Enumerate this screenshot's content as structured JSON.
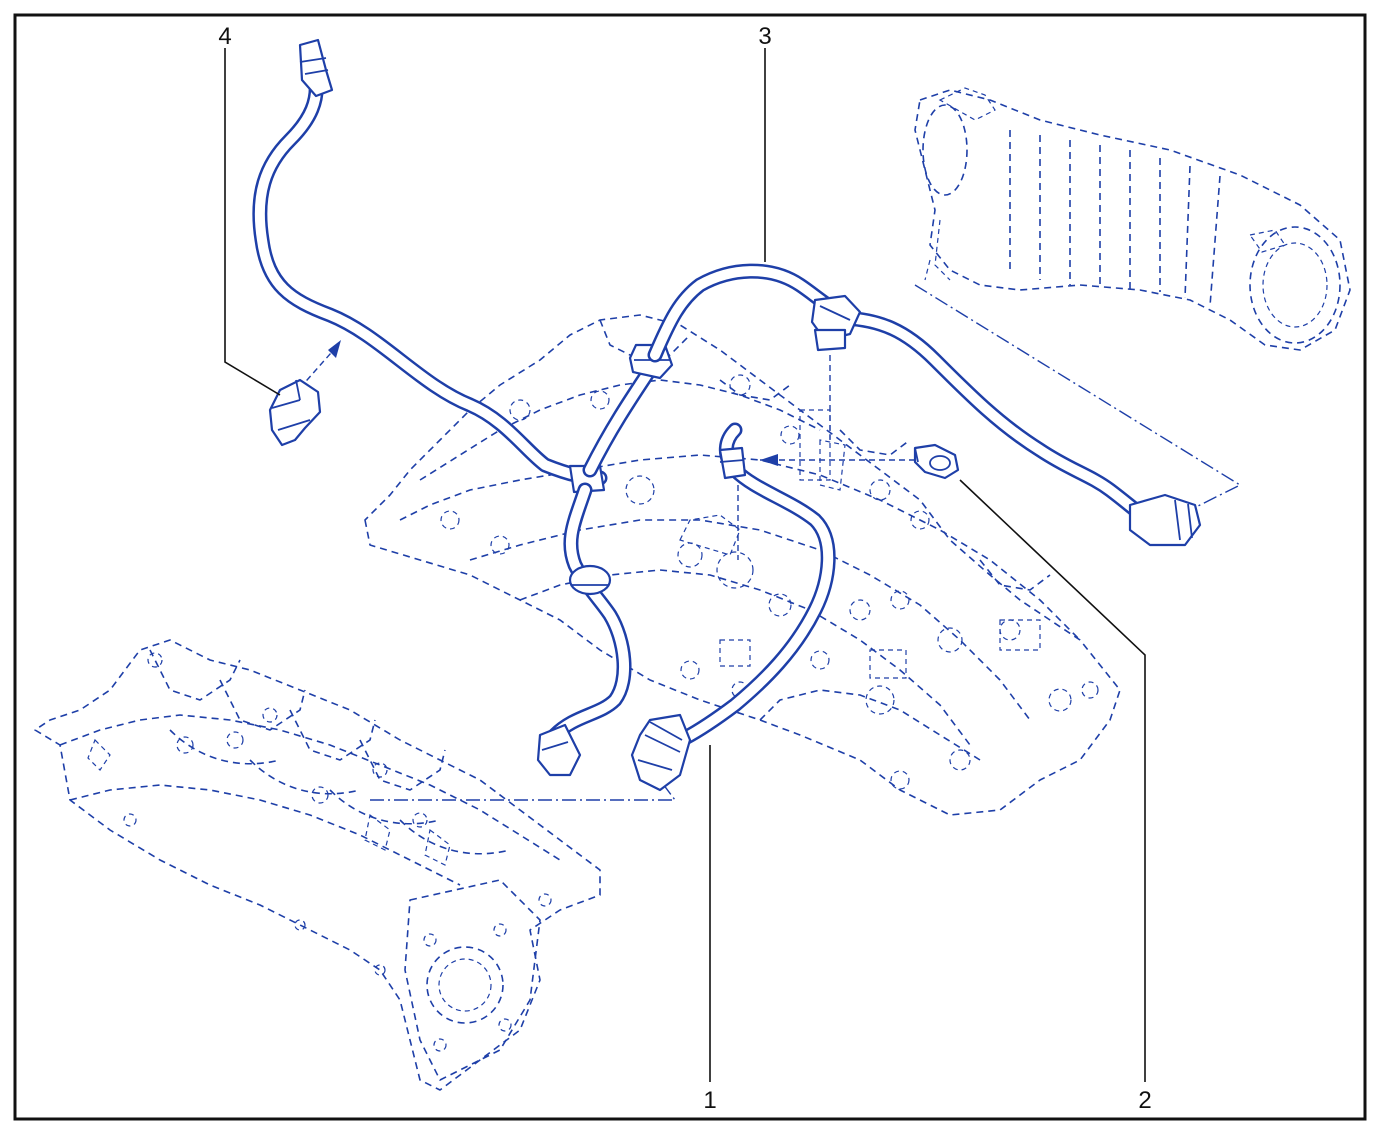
{
  "colors": {
    "frame": "#111111",
    "linework": "#1e3fa8",
    "background": "#ffffff"
  },
  "callouts": [
    {
      "id": "1",
      "label": "1"
    },
    {
      "id": "2",
      "label": "2"
    },
    {
      "id": "3",
      "label": "3"
    },
    {
      "id": "4",
      "label": "4"
    }
  ]
}
